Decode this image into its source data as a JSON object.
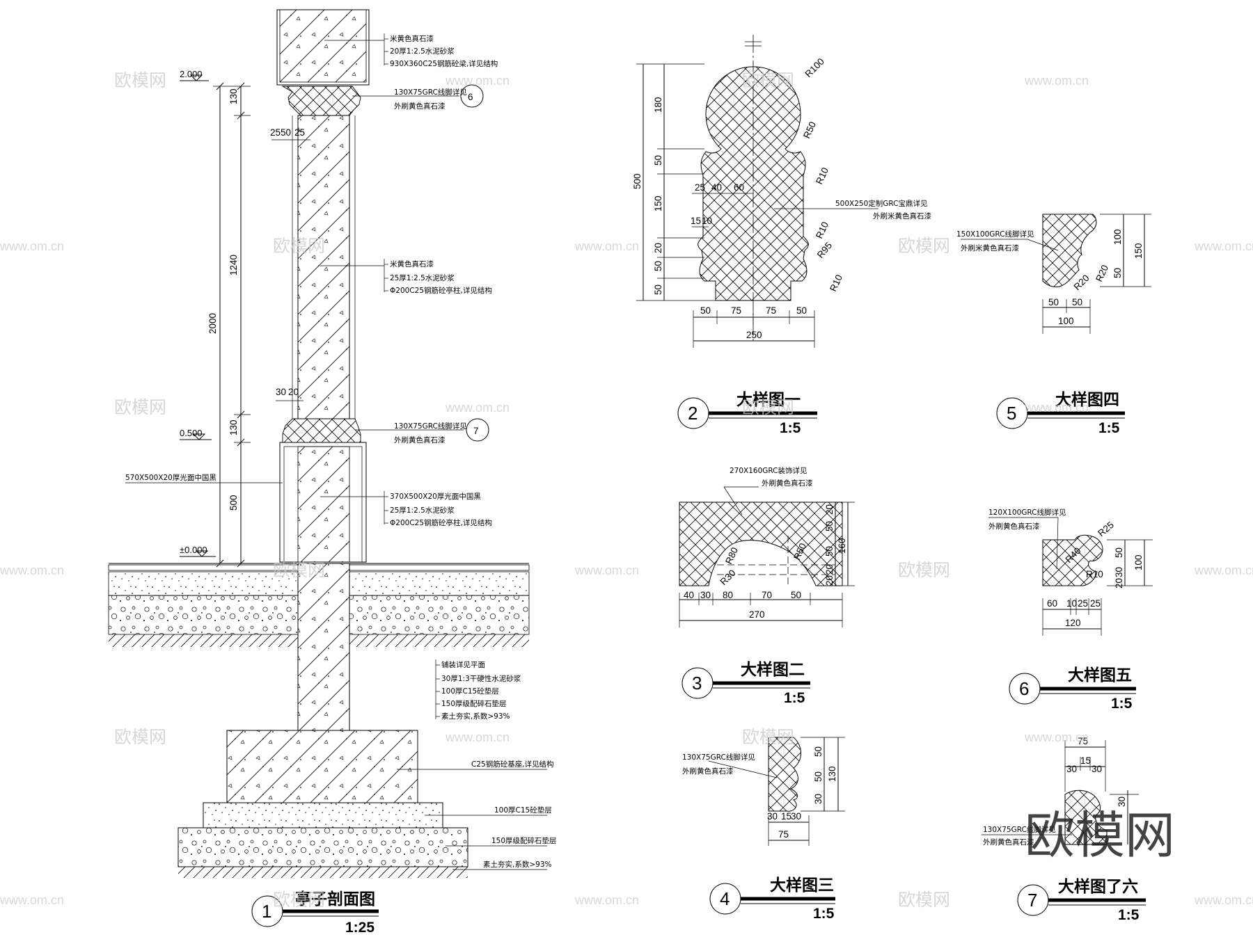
{
  "section": {
    "notes_top": [
      "米黄色真石漆",
      "20厚1:2.5水泥砂浆",
      "930X360C25钢筋砼梁,详见结构"
    ],
    "cap_top_note": [
      "130X75GRC线脚详见",
      "外刷黄色真石漆"
    ],
    "cap_top_ref": "6",
    "column_notes": [
      "米黄色真石漆",
      "25厚1:2.5水泥砂浆",
      "Φ200C25钢筋砼亭柱,详见结构"
    ],
    "cap_bot_note": [
      "130X75GRC线脚详见",
      "外刷黄色真石漆"
    ],
    "cap_bot_ref": "7",
    "base_outer_note": "570X500X20厚光面中国黑",
    "base_notes": [
      "370X500X20厚光面中国黑",
      "25厚1:2.5水泥砂浆",
      "Φ200C25钢筋砼亭柱,详见结构"
    ],
    "floor_notes": [
      "铺装详见平面",
      "30厚1:3干硬性水泥砂浆",
      "100厚C15砼垫层",
      "150厚级配碎石垫层",
      "素土夯实,系数>93%"
    ],
    "footing_notes": [
      "C25钢筋砼基座,详见结构",
      "100厚C15砼垫层",
      "150厚级配碎石垫层",
      "素土夯实,系数>93%"
    ],
    "elevations": [
      "2.000",
      "0.500",
      "±0.000"
    ],
    "dims_vertical": [
      "130",
      "1240",
      "130",
      "500",
      "2000"
    ],
    "dims_top": [
      "25",
      "50",
      "25"
    ],
    "dims_mid": [
      "30",
      "20"
    ],
    "title_num": "1",
    "title": "亭子剖面图",
    "scale": "1:25"
  },
  "detail1": {
    "radii": [
      "R100",
      "R50",
      "R10",
      "R10",
      "R95",
      "R10"
    ],
    "note": [
      "500X250定制GRC宝鼎详见",
      "外刷米黄色真石漆"
    ],
    "dims_left": [
      "180",
      "50",
      "150",
      "20",
      "50",
      "50"
    ],
    "overall": "500",
    "small_top": [
      "25",
      "40",
      "60"
    ],
    "small_mid": [
      "15",
      "10"
    ],
    "dims_bottom": [
      "50",
      "75",
      "75",
      "50"
    ],
    "total": "250",
    "title_num": "2",
    "title": "大样图一",
    "scale": "1:5"
  },
  "detail2": {
    "note": [
      "270X160GRC装饰详见",
      "外刷黄色真石漆"
    ],
    "radii": [
      "R80",
      "R50",
      "R30"
    ],
    "dims_right": [
      "20",
      "50",
      "50",
      "20",
      "20"
    ],
    "overall": "160",
    "dims_bottom": [
      "40",
      "30",
      "80",
      "70",
      "50"
    ],
    "total": "270",
    "title_num": "3",
    "title": "大样图二",
    "scale": "1:5"
  },
  "detail3": {
    "note": [
      "130X75GRC线脚详见",
      "外刷黄色真石漆"
    ],
    "dims_right": [
      "50",
      "50",
      "30"
    ],
    "overall": "130",
    "dims_bottom": [
      "30",
      "15",
      "30"
    ],
    "total": "75",
    "title_num": "4",
    "title": "大样图三",
    "scale": "1:5"
  },
  "detail4": {
    "note": [
      "150X100GRC线脚详见",
      "外刷米黄色真石漆"
    ],
    "radii": [
      "R20",
      "R20"
    ],
    "dims_right": [
      "100",
      "50"
    ],
    "overall": "150",
    "dims_bottom": [
      "50",
      "50"
    ],
    "total": "100",
    "title_num": "5",
    "title": "大样图四",
    "scale": "1:5"
  },
  "detail5": {
    "note": [
      "120X100GRC线脚详见",
      "外刷黄色真石漆"
    ],
    "radii": [
      "R25",
      "R40",
      "R10"
    ],
    "dims_right": [
      "50",
      "30",
      "20"
    ],
    "overall": "100",
    "dims_bottom": [
      "60",
      "10",
      "25",
      "25"
    ],
    "total": "120",
    "title_num": "6",
    "title": "大样图五",
    "scale": "1:5"
  },
  "detail6": {
    "note": [
      "130X75GRC线脚详见",
      "外刷黄色真石漆"
    ],
    "dims_top": [
      "30",
      "15",
      "30"
    ],
    "total": "75",
    "dims_right": [
      "30"
    ],
    "title_num": "7",
    "title": "大样图了六",
    "scale": "1:5"
  },
  "watermark": {
    "logo": "欧模网",
    "url": "www.om.cn",
    "big": "欧模网"
  }
}
